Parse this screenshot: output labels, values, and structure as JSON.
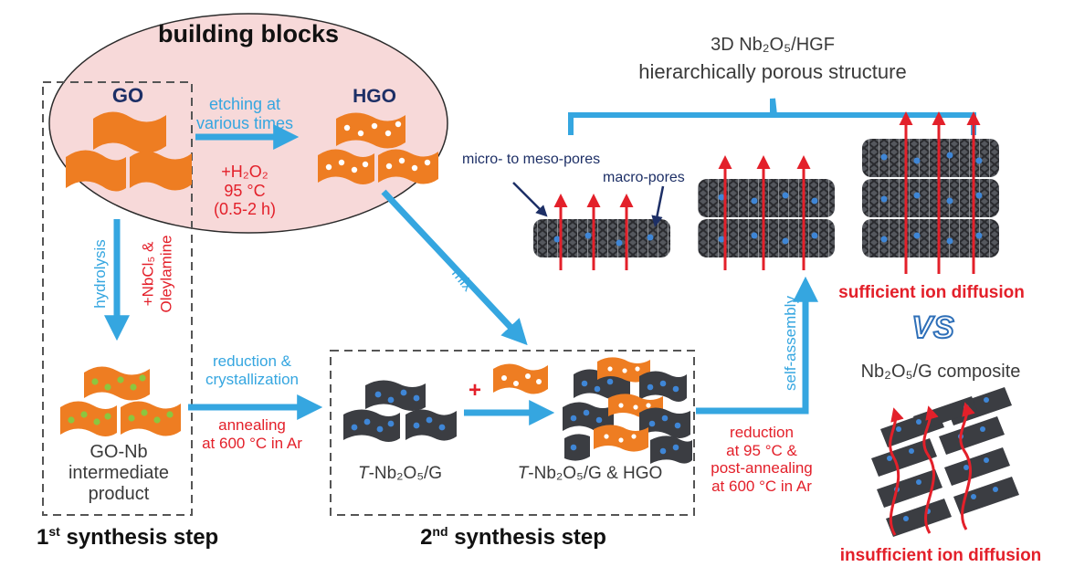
{
  "title": {
    "line1": "3D Nb₂O₅/HGF",
    "line2": "hierarchically porous structure"
  },
  "building_blocks": {
    "title": "building blocks",
    "go_label": "GO",
    "hgo_label": "HGO",
    "etching": {
      "line1": "etching at",
      "line2": "various times"
    },
    "conditions": {
      "line1": "+H₂O₂",
      "line2": "95 °C",
      "line3": "(0.5-2 h)"
    }
  },
  "step1": {
    "hydrolysis": "hydrolysis",
    "reagent": {
      "line1": "+NbCl₅ &",
      "line2": "Oleylamine"
    },
    "product": {
      "line1": "GO-Nb",
      "line2": "intermediate",
      "line3": "product"
    },
    "label_prefix": "1",
    "label_sup": "st",
    "label_suffix": " synthesis step"
  },
  "transition": {
    "reduction": {
      "line1": "reduction &",
      "line2": "crystallization"
    },
    "annealing": {
      "line1": "annealing",
      "line2": "at 600 °C in Ar"
    }
  },
  "step2": {
    "mix": "mix",
    "plus": "+",
    "tnb_prefix": "T",
    "tnb_suffix": "-Nb₂O₅/G",
    "mixture_prefix": "T",
    "mixture_suffix": "-Nb₂O₅/G & HGO",
    "label_prefix": "2",
    "label_sup": "nd",
    "label_suffix": " synthesis step"
  },
  "step3": {
    "self_assembly": "self-assembly",
    "conditions": {
      "line1": "reduction",
      "line2": "at 95 °C &",
      "line3": "post-annealing",
      "line4": "at 600 °C in Ar"
    }
  },
  "structure": {
    "micro_meso": "micro- to meso-pores",
    "macro": "macro-pores",
    "sufficient": "sufficient ion diffusion"
  },
  "comparison": {
    "vs": "VS",
    "composite": "Nb₂O₅/G composite",
    "insufficient": "insufficient ion diffusion"
  },
  "colors": {
    "blue_arrow": "#35a6e0",
    "red": "#e3202a",
    "orange_sheet": "#ee7d22",
    "dark_sheet": "#3b3d42",
    "nb_dot": "#3f86d6",
    "green_dot": "#8cc63f",
    "pink_ellipse": "#f7d9d9",
    "navy": "#1d2f66"
  }
}
